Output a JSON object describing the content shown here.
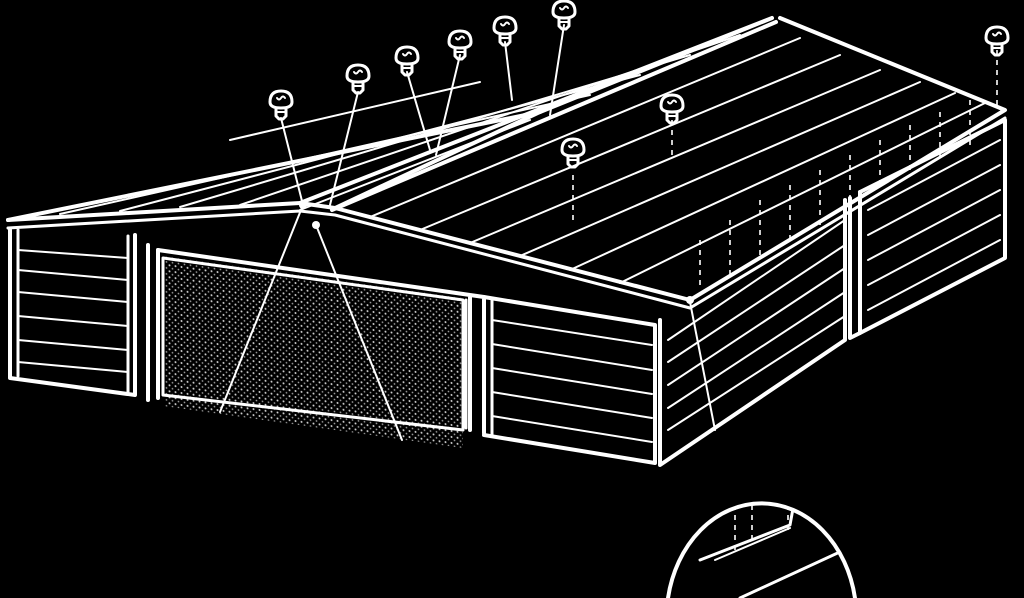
{
  "figure": {
    "subject": "shed-roof-assembly",
    "ink_color": "#ffffff",
    "background_color": "#000000",
    "screw_count_on_roof": 9,
    "screw_count_in_detail": 3,
    "has_detail_magnifier": true,
    "has_doorway_mesh": true
  }
}
